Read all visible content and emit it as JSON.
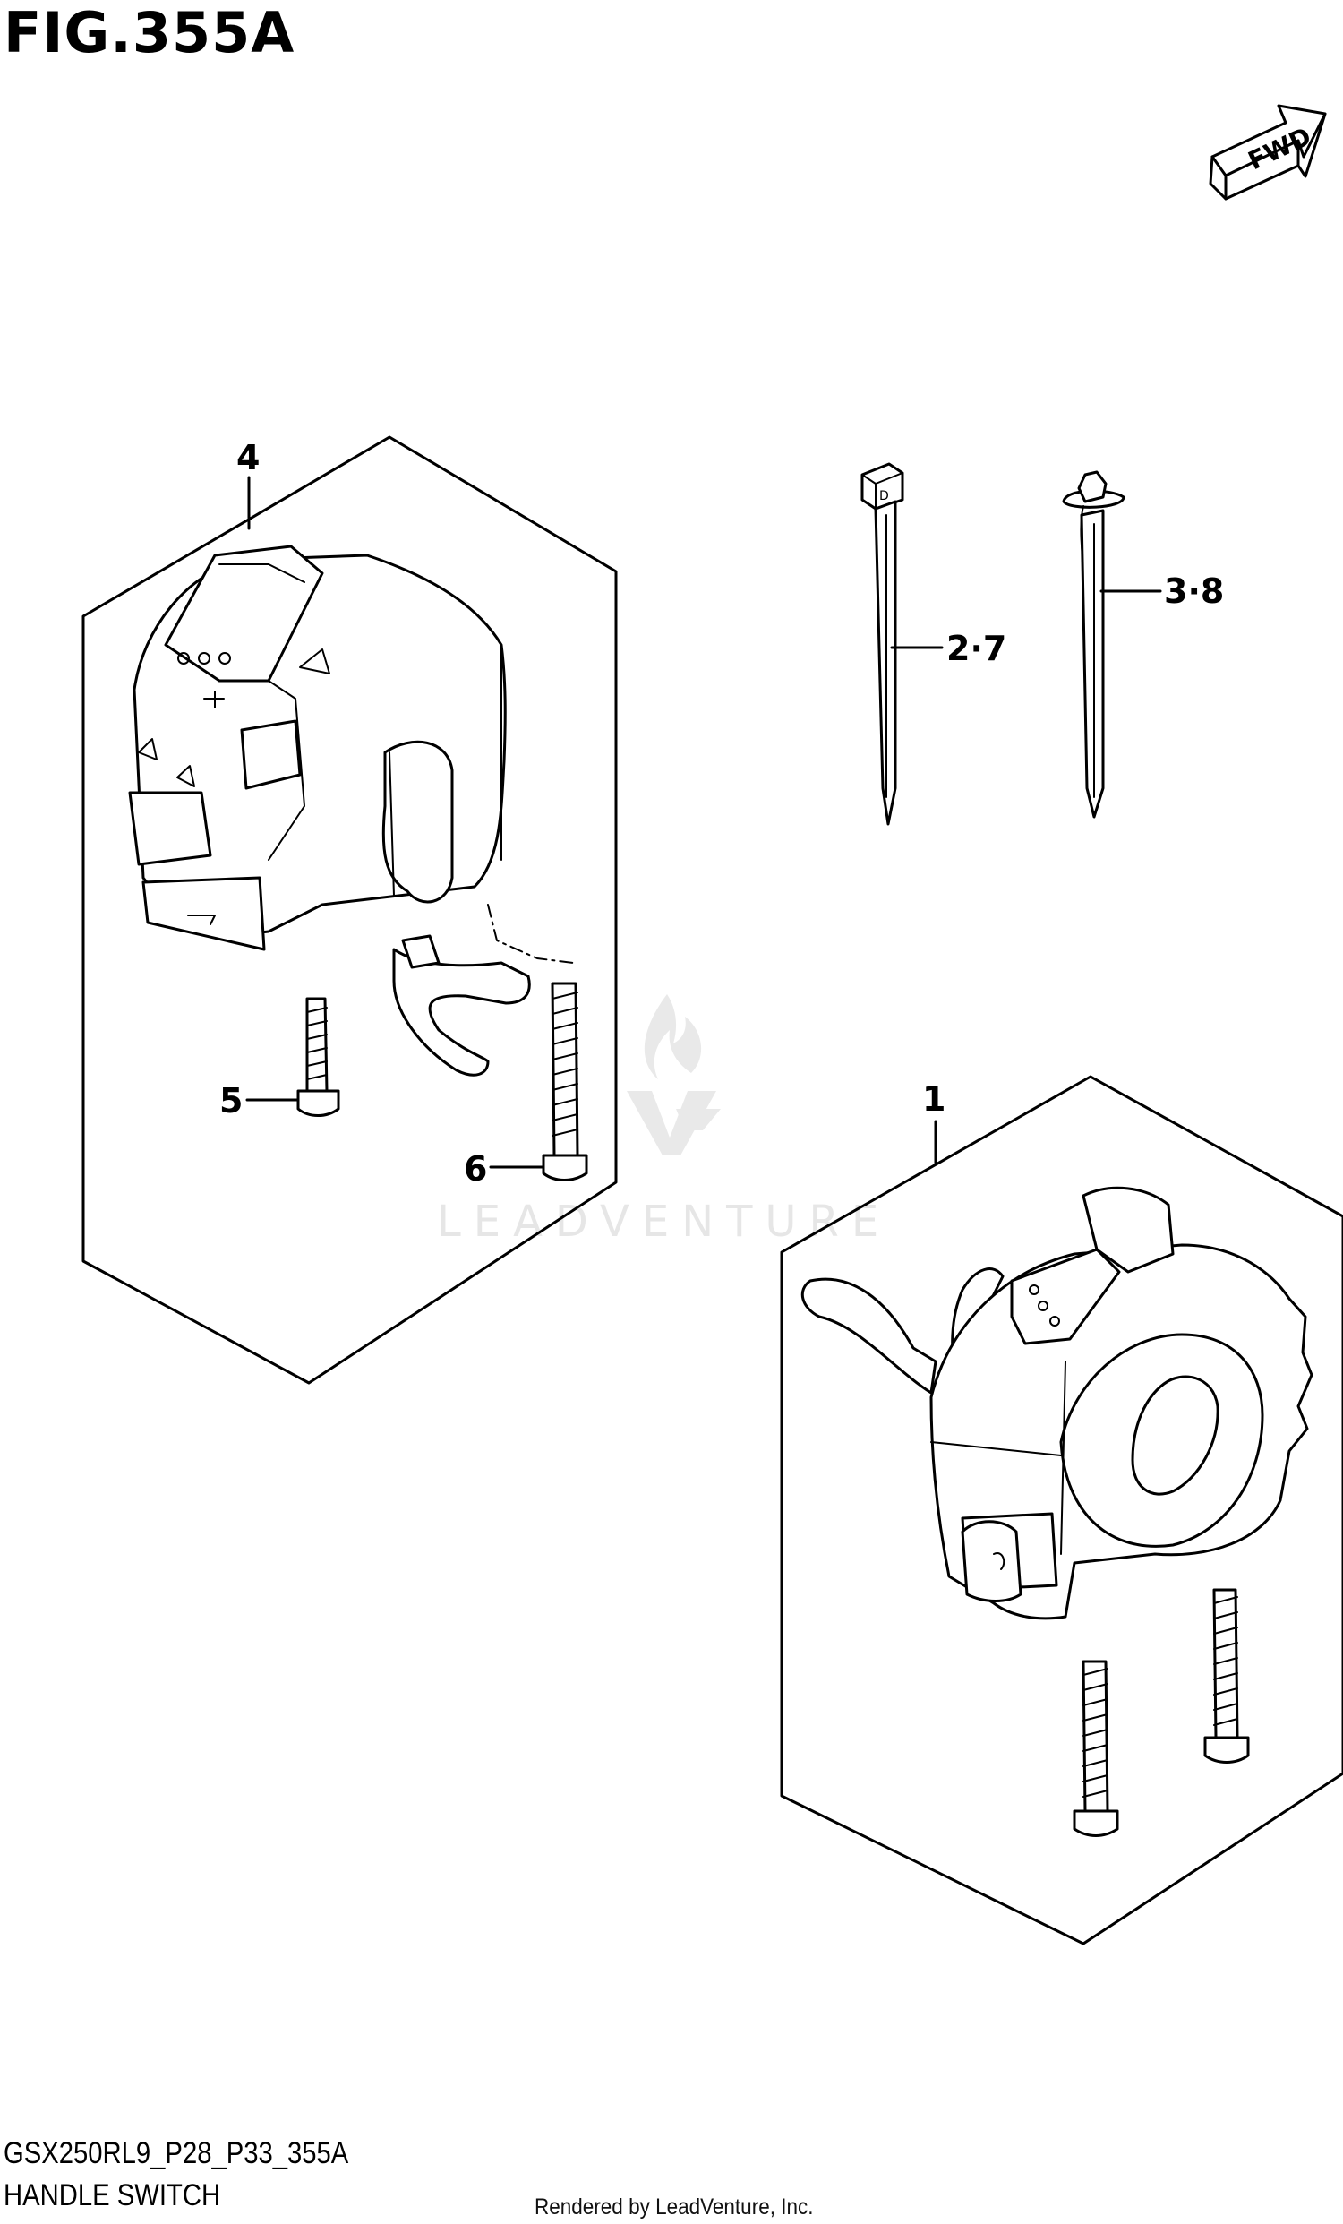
{
  "figure": {
    "title": "FIG.355A",
    "model_code": "GSX250RL9_P28_P33_355A",
    "section_name": "HANDLE SWITCH"
  },
  "direction_indicator": {
    "label": "FWD",
    "icon": "fwd-arrow-icon"
  },
  "callouts": [
    {
      "id": "4",
      "label": "4"
    },
    {
      "id": "2-7",
      "label": "2·7"
    },
    {
      "id": "3-8",
      "label": "3·8"
    },
    {
      "id": "5",
      "label": "5"
    },
    {
      "id": "6",
      "label": "6"
    },
    {
      "id": "1",
      "label": "1"
    }
  ],
  "watermark": {
    "text": "LEADVENTURE",
    "icon": "leadventure-flame-logo"
  },
  "footer": {
    "rendered_by": "Rendered by LeadVenture, Inc."
  }
}
